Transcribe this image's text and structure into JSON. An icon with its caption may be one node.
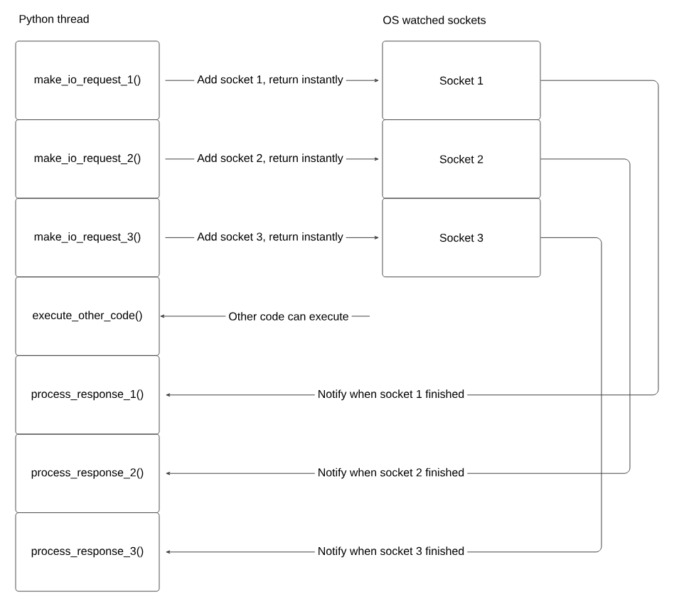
{
  "diagram": {
    "nodes": [
      {
        "text": [
          "make_io_request_1()"
        ]
      },
      {
        "text": [
          "make_io_request_2()"
        ]
      },
      {
        "text": [
          "make_io_request_3()"
        ]
      },
      {
        "text": [
          "execute_other_code()"
        ]
      },
      {
        "text": [
          "process_response_1()"
        ]
      },
      {
        "text": [
          "process_response_2()"
        ]
      },
      {
        "text": [
          "process_response_3()"
        ]
      },
      {
        "text": [
          "Socket 1"
        ]
      },
      {
        "text": [
          "Socket 2"
        ]
      },
      {
        "text": [
          "Socket 3"
        ]
      }
    ],
    "edges": [
      {
        "from": 0,
        "to": 7,
        "arrow": "to",
        "label": "Add socket 1, return instantly"
      },
      {
        "from": 1,
        "to": 8,
        "arrow": "to",
        "label": "Add socket 2, return instantly"
      },
      {
        "from": 2,
        "to": 9,
        "arrow": "to",
        "label": "Add socket 3, return instantly"
      },
      {
        "from": null,
        "to": 3,
        "arrow": "to",
        "label": "Other code can execute"
      },
      {
        "from": 7,
        "to": 4,
        "arrow": "to",
        "label": "Notify when socket 1 finished"
      },
      {
        "from": 8,
        "to": 5,
        "arrow": "to",
        "label": "Notify when socket 2 finished"
      },
      {
        "from": 9,
        "to": 6,
        "arrow": "to",
        "label": "Notify when socket 3 finished"
      }
    ],
    "labels": [
      "Python thread",
      "OS watched sockets"
    ]
  }
}
